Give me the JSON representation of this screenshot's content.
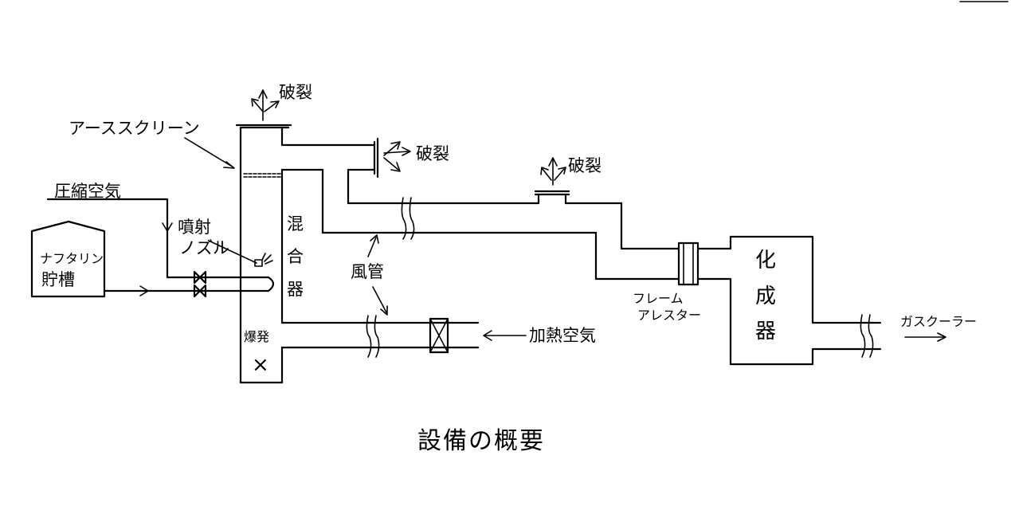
{
  "title": "設備の概要",
  "labels": {
    "earth_screen": "アーススクリーン",
    "compressed_air": "圧縮空気",
    "spray_nozzle_1": "噴射",
    "spray_nozzle_2": "ノズル",
    "naphthalene_tank_1": "ナフタリン",
    "naphthalene_tank_2": "貯槽",
    "rupture_top": "破裂",
    "rupture_mid": "破裂",
    "rupture_right": "破裂",
    "mixer_1": "混",
    "mixer_2": "合",
    "mixer_3": "器",
    "air_duct": "風管",
    "explosion": "爆発",
    "explosion_mark": "×",
    "heated_air": "加熱空気",
    "flame_arrester_1": "フレーム",
    "flame_arrester_2": "アレスター",
    "reactor_1": "化",
    "reactor_2": "成",
    "reactor_3": "器",
    "gas_cooler": "ガスクーラー"
  }
}
